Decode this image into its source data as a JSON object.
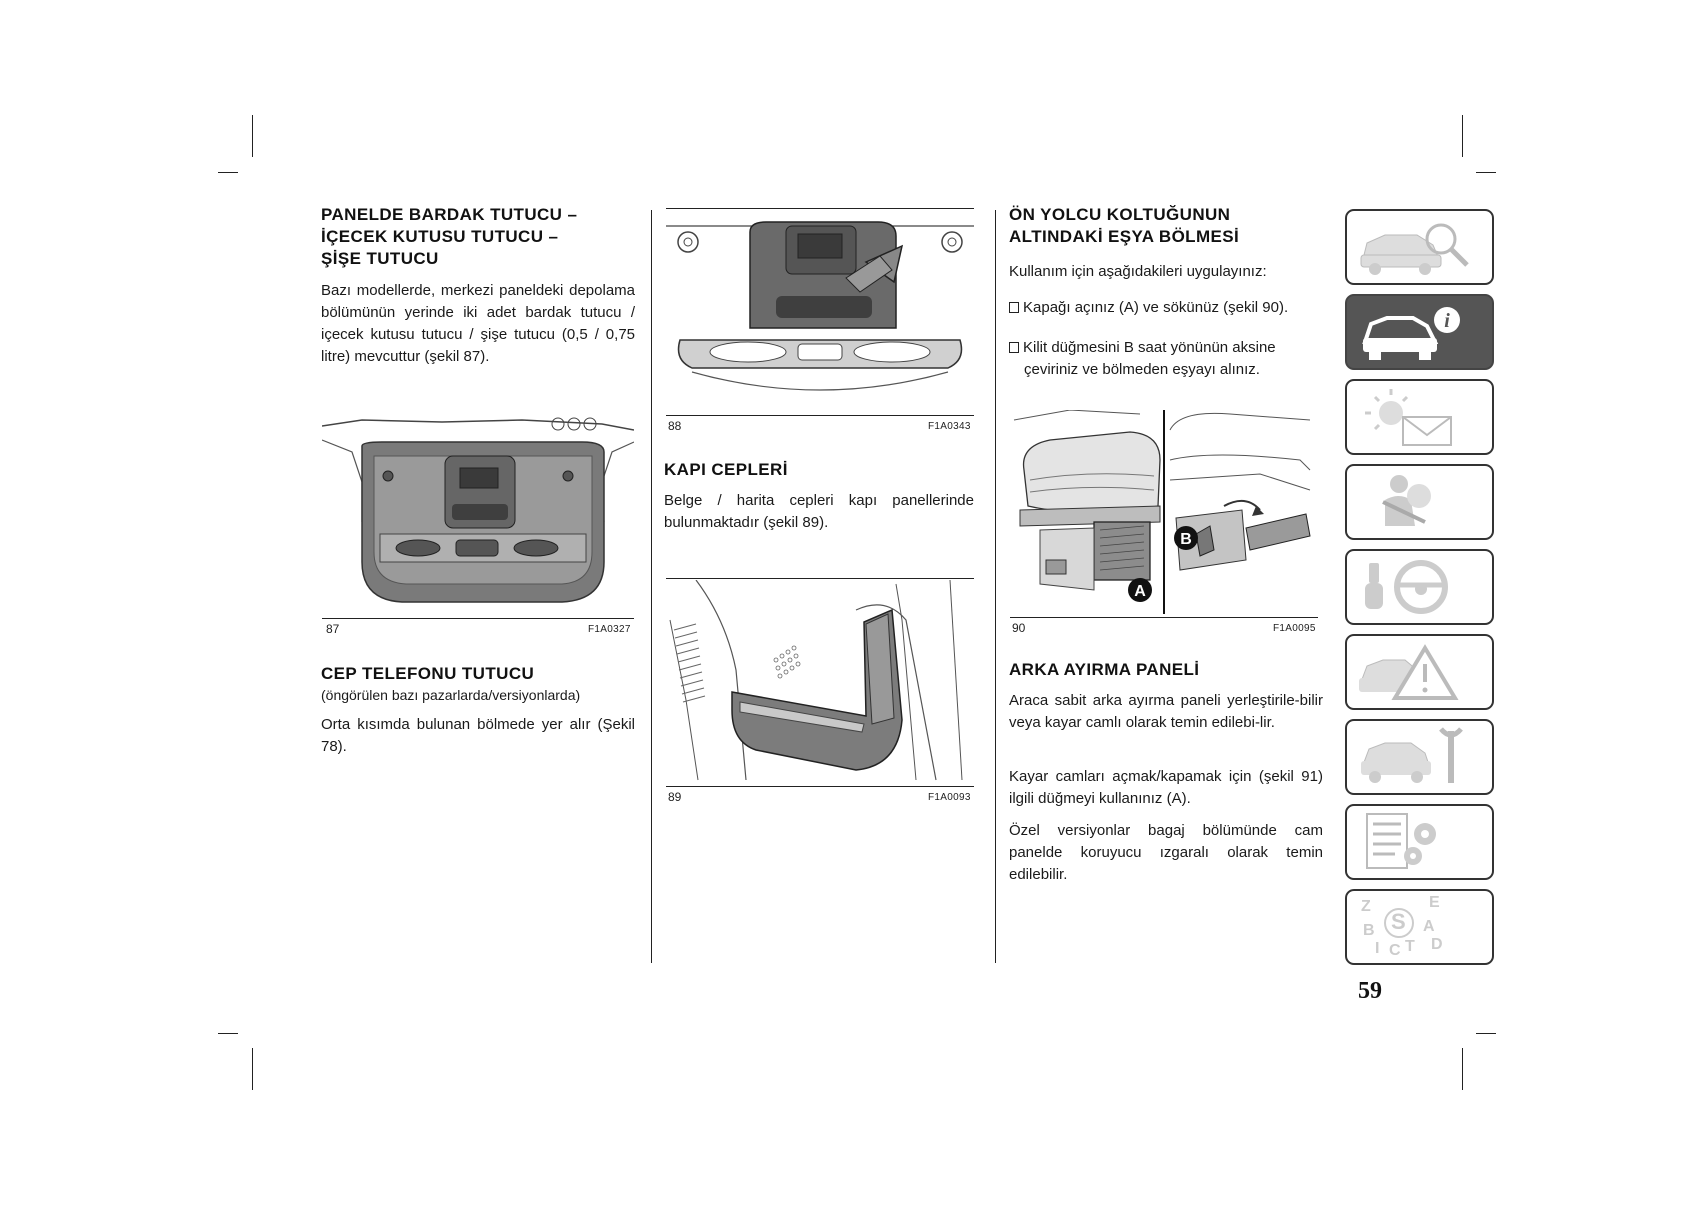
{
  "page_number": "59",
  "col1": {
    "heading1": [
      "PANELDE BARDAK TUTUCU –",
      "İÇECEK KUTUSU TUTUCU –",
      "ŞİŞE TUTUCU"
    ],
    "para1": "Bazı modellerde, merkezi paneldeki depolama bölümünün yerinde iki adet bardak tutucu / içecek kutusu tutucu / şişe tutucu (0,5 / 0,75 litre) mevcuttur (şekil 87).",
    "fig87": {
      "number": "87",
      "code": "F1A0327"
    },
    "heading2": "CEP TELEFONU TUTUCU",
    "subheading2": "(öngörülen bazı pazarlarda/versiyonlarda)",
    "para2": "Orta kısımda bulunan bölmede yer alır (Şekil 78)."
  },
  "col2": {
    "fig88": {
      "number": "88",
      "code": "F1A0343"
    },
    "heading": "KAPI CEPLERİ",
    "para": "Belge / harita cepleri kapı panellerinde bulunmaktadır (şekil 89).",
    "fig89": {
      "number": "89",
      "code": "F1A0093"
    }
  },
  "col3": {
    "heading1": [
      "ÖN YOLCU KOLTUĞUNUN",
      "ALTINDAKİ EŞYA BÖLMESİ"
    ],
    "intro": "Kullanım için aşağıdakileri uygulayınız:",
    "bullets": [
      "Kapağı açınız (A) ve sökünüz (şekil 90).",
      "Kilit düğmesini B saat yönünün aksine",
      "çeviriniz ve bölmeden eşyayı alınız."
    ],
    "fig90": {
      "number": "90",
      "code": "F1A0095",
      "label_a": "A",
      "label_b": "B"
    },
    "heading2": "ARKA AYIRMA PANELİ",
    "para1": "Araca sabit arka ayırma paneli yerleştirile-bilir veya kayar camlı olarak temin edilebi-lir.",
    "para2": "Kayar camları açmak/kapamak için (şekil 91) ilgili düğmeyi kullanınız (A).",
    "para3": "Özel versiyonlar bagaj bölümünde cam panelde koruyucu ızgaralı olarak temin edilebilir."
  },
  "sidebar_tabs": [
    {
      "icon": "car-search-icon",
      "active": false
    },
    {
      "icon": "car-info-icon",
      "active": true
    },
    {
      "icon": "light-envelope-icon",
      "active": false
    },
    {
      "icon": "airbag-person-icon",
      "active": false
    },
    {
      "icon": "key-steering-wheel-icon",
      "active": false
    },
    {
      "icon": "car-warning-triangle-icon",
      "active": false
    },
    {
      "icon": "car-wrench-icon",
      "active": false
    },
    {
      "icon": "list-gears-icon",
      "active": false
    },
    {
      "icon": "alphabet-index-icon",
      "active": false,
      "letters": [
        "Z",
        "E",
        "B",
        "S",
        "A",
        "I",
        "C",
        "T",
        "D"
      ]
    }
  ],
  "colors": {
    "active_tab": "#555555",
    "ink": "#1a1a1a"
  }
}
